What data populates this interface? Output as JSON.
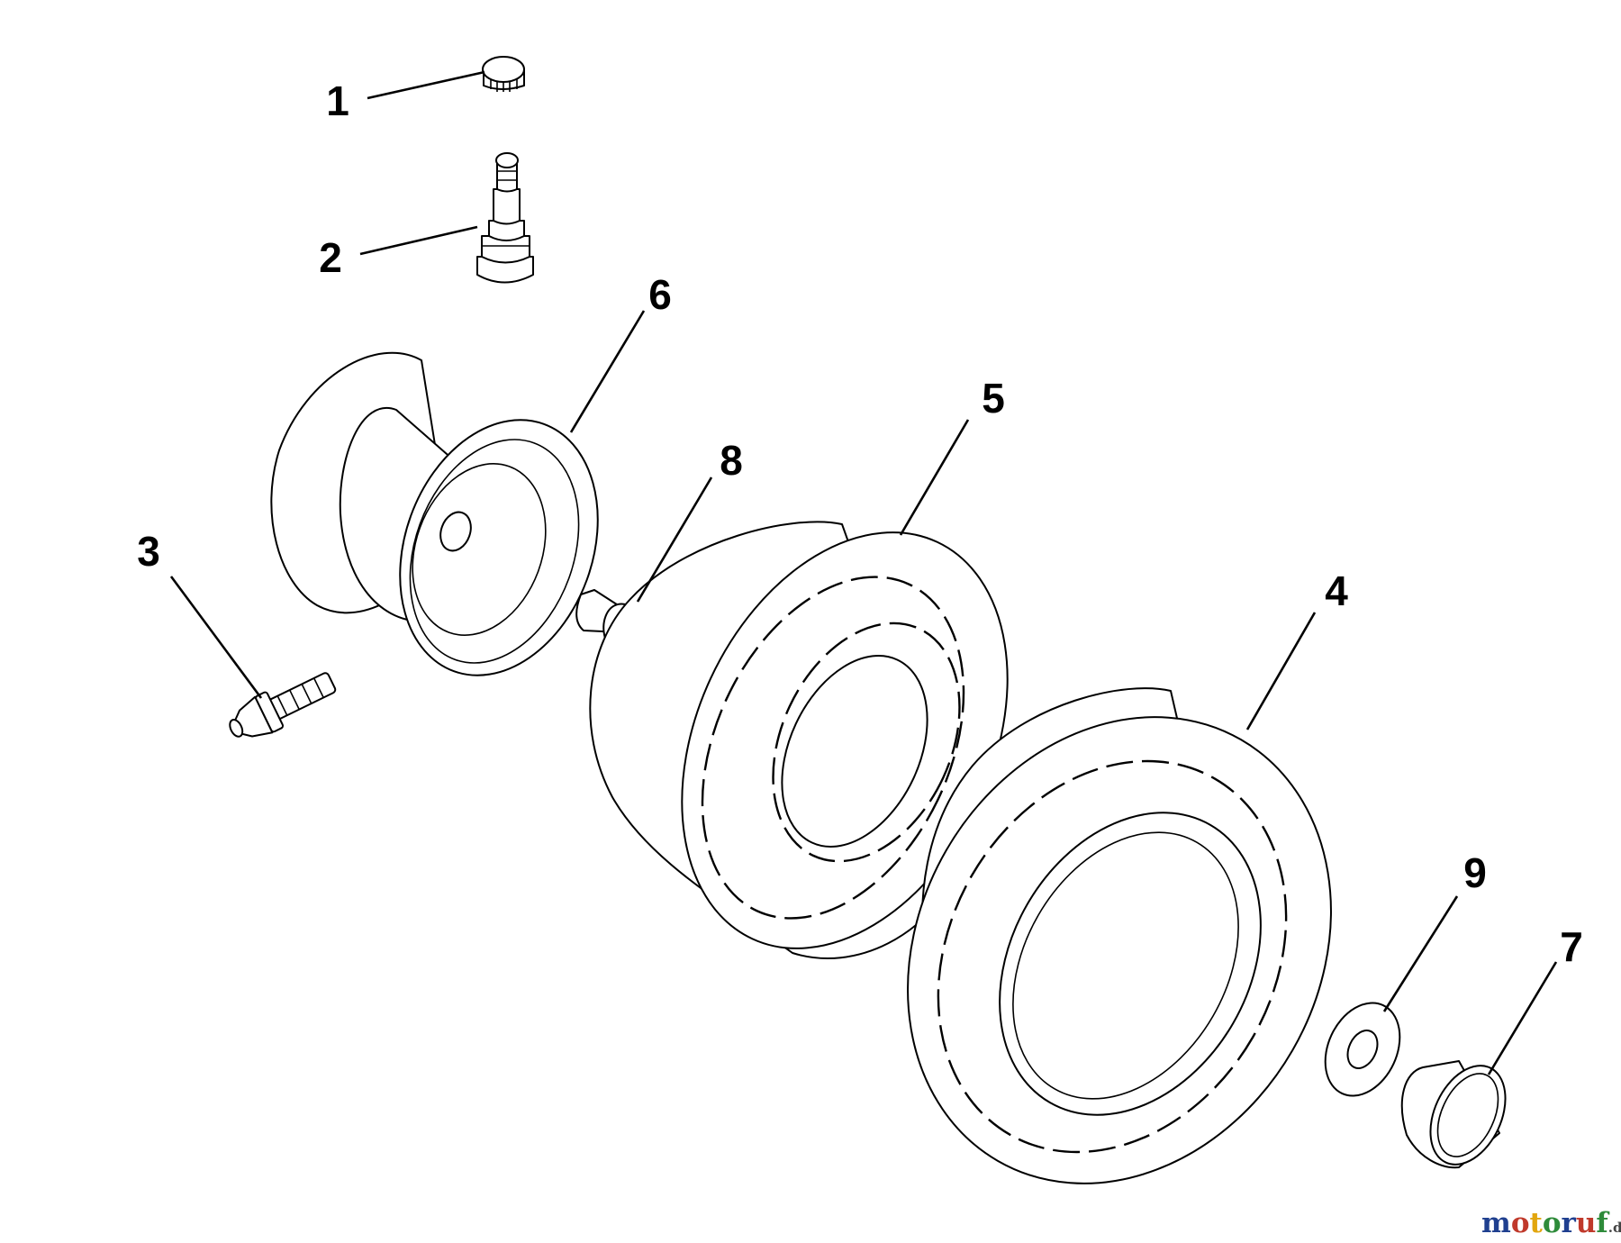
{
  "callouts": {
    "c1": "1",
    "c2": "2",
    "c3": "3",
    "c4": "4",
    "c5": "5",
    "c6": "6",
    "c7": "7",
    "c8": "8",
    "c9": "9"
  },
  "watermark": {
    "letters": [
      "m",
      "o",
      "t",
      "o",
      "r",
      "u",
      "f"
    ],
    "suffix": ".de",
    "colors": [
      "#1f3f8f",
      "#c0392b",
      "#e2a60f",
      "#2e8b3a",
      "#1f3f8f",
      "#c0392b",
      "#2e8b3a"
    ]
  }
}
